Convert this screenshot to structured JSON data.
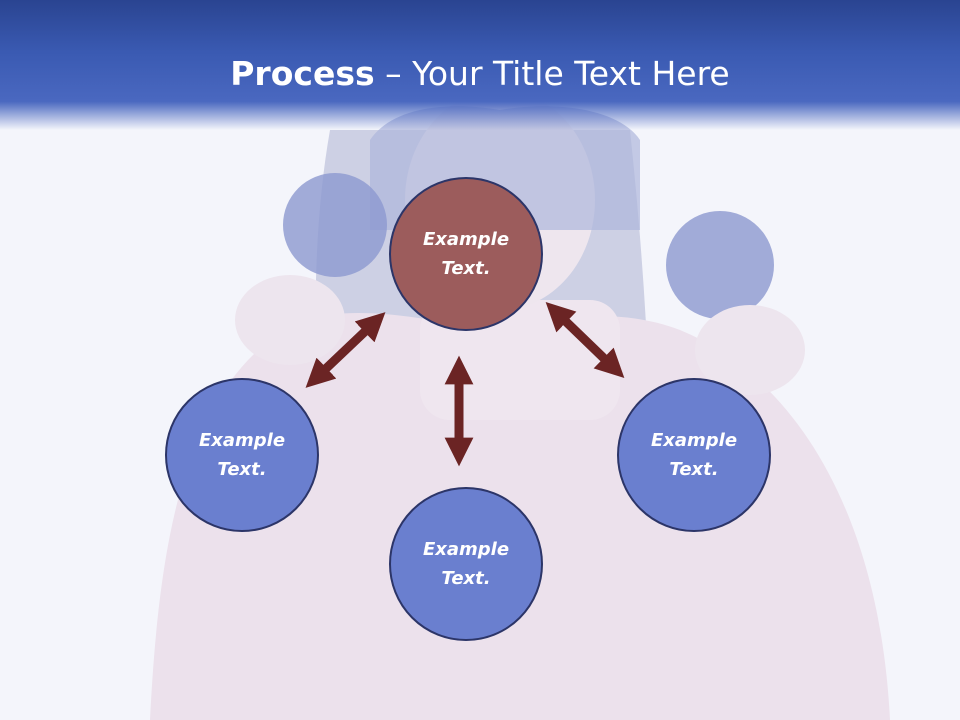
{
  "title": {
    "bold": "Process",
    "separator": " – ",
    "rest": "Your Title Text Here"
  },
  "colors": {
    "title_bar": "#3a5ab2",
    "center_node": "#9c5c5c",
    "outer_node": "#6a7fcf",
    "node_border": "#2c3568",
    "arrow": "#6b2424"
  },
  "nodes": [
    {
      "id": "top",
      "label": "Example Text."
    },
    {
      "id": "left",
      "label": "Example Text."
    },
    {
      "id": "right",
      "label": "Example Text."
    },
    {
      "id": "bottom",
      "label": "Example Text."
    }
  ],
  "arrows": [
    {
      "from": "top",
      "to": "left",
      "icon": "double-headed-arrow"
    },
    {
      "from": "top",
      "to": "right",
      "icon": "double-headed-arrow"
    },
    {
      "from": "top",
      "to": "bottom",
      "icon": "double-headed-arrow"
    }
  ]
}
